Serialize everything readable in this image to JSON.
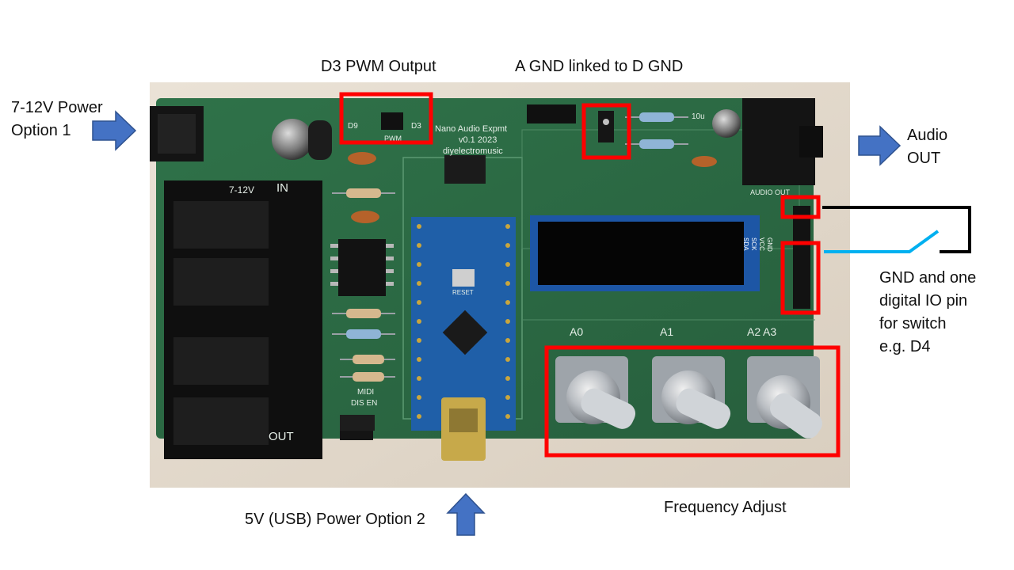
{
  "labels": {
    "power1": [
      "7-12V Power",
      "Option 1"
    ],
    "pwm": "D3 PWM Output",
    "agnd": "A GND linked to D GND",
    "audio": [
      "Audio",
      "OUT"
    ],
    "gnd_switch": [
      "GND and one",
      "digital IO pin",
      "for switch",
      "e.g. D4"
    ],
    "usb_power": "5V (USB) Power Option 2",
    "freq": "Frequency Adjust"
  },
  "board_text": {
    "title": [
      "Nano Audio Expmt",
      "v0.1 2023",
      "diyelectromusic"
    ],
    "jumper_left": "D9",
    "jumper_right": "D3",
    "jumper_under": "PWM",
    "dc_label": "7-12V",
    "in_label": "IN",
    "out_label": "OUT",
    "midi_label": "MIDI",
    "dis_en": "DIS EN",
    "audio_out": "AUDIO OUT",
    "cap": "10u",
    "reset": "RESET",
    "pot_labels": [
      "A0",
      "A1",
      "A2",
      "A3"
    ],
    "oled_pins": [
      "GND",
      "VCC",
      "SCK",
      "SDA"
    ]
  },
  "colors": {
    "annotation_box": "#ff0000",
    "arrow": "#4472c4",
    "arrow_edge": "#2f528f",
    "pcb": "#2e6b45",
    "switch_wire": "#00b0f0",
    "gnd_wire": "#000000"
  },
  "icons": [
    "right-arrow-icon",
    "up-arrow-icon"
  ]
}
